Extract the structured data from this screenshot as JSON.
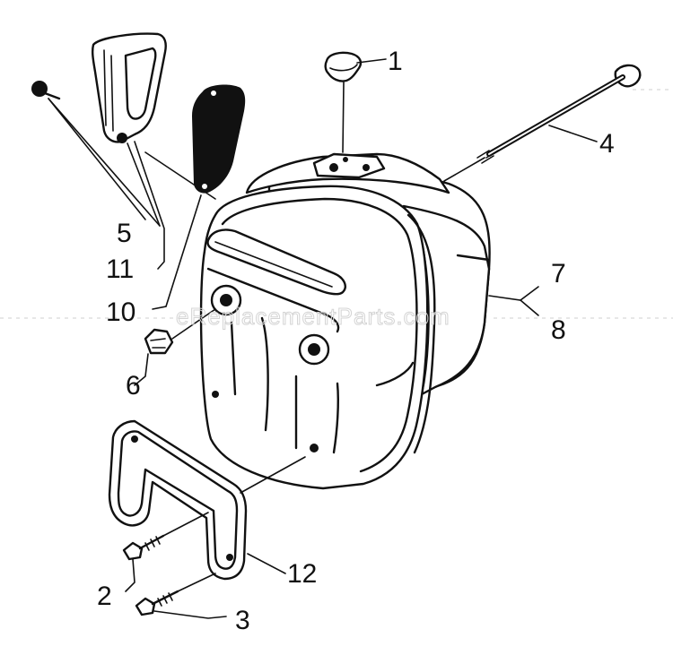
{
  "watermark": "eReplacementParts.com",
  "callouts": {
    "c1": "1",
    "c2": "2",
    "c3": "3",
    "c4": "4",
    "c5": "5",
    "c6": "6",
    "c7": "7",
    "c8": "8",
    "c10": "10",
    "c11": "11",
    "c12": "12"
  }
}
